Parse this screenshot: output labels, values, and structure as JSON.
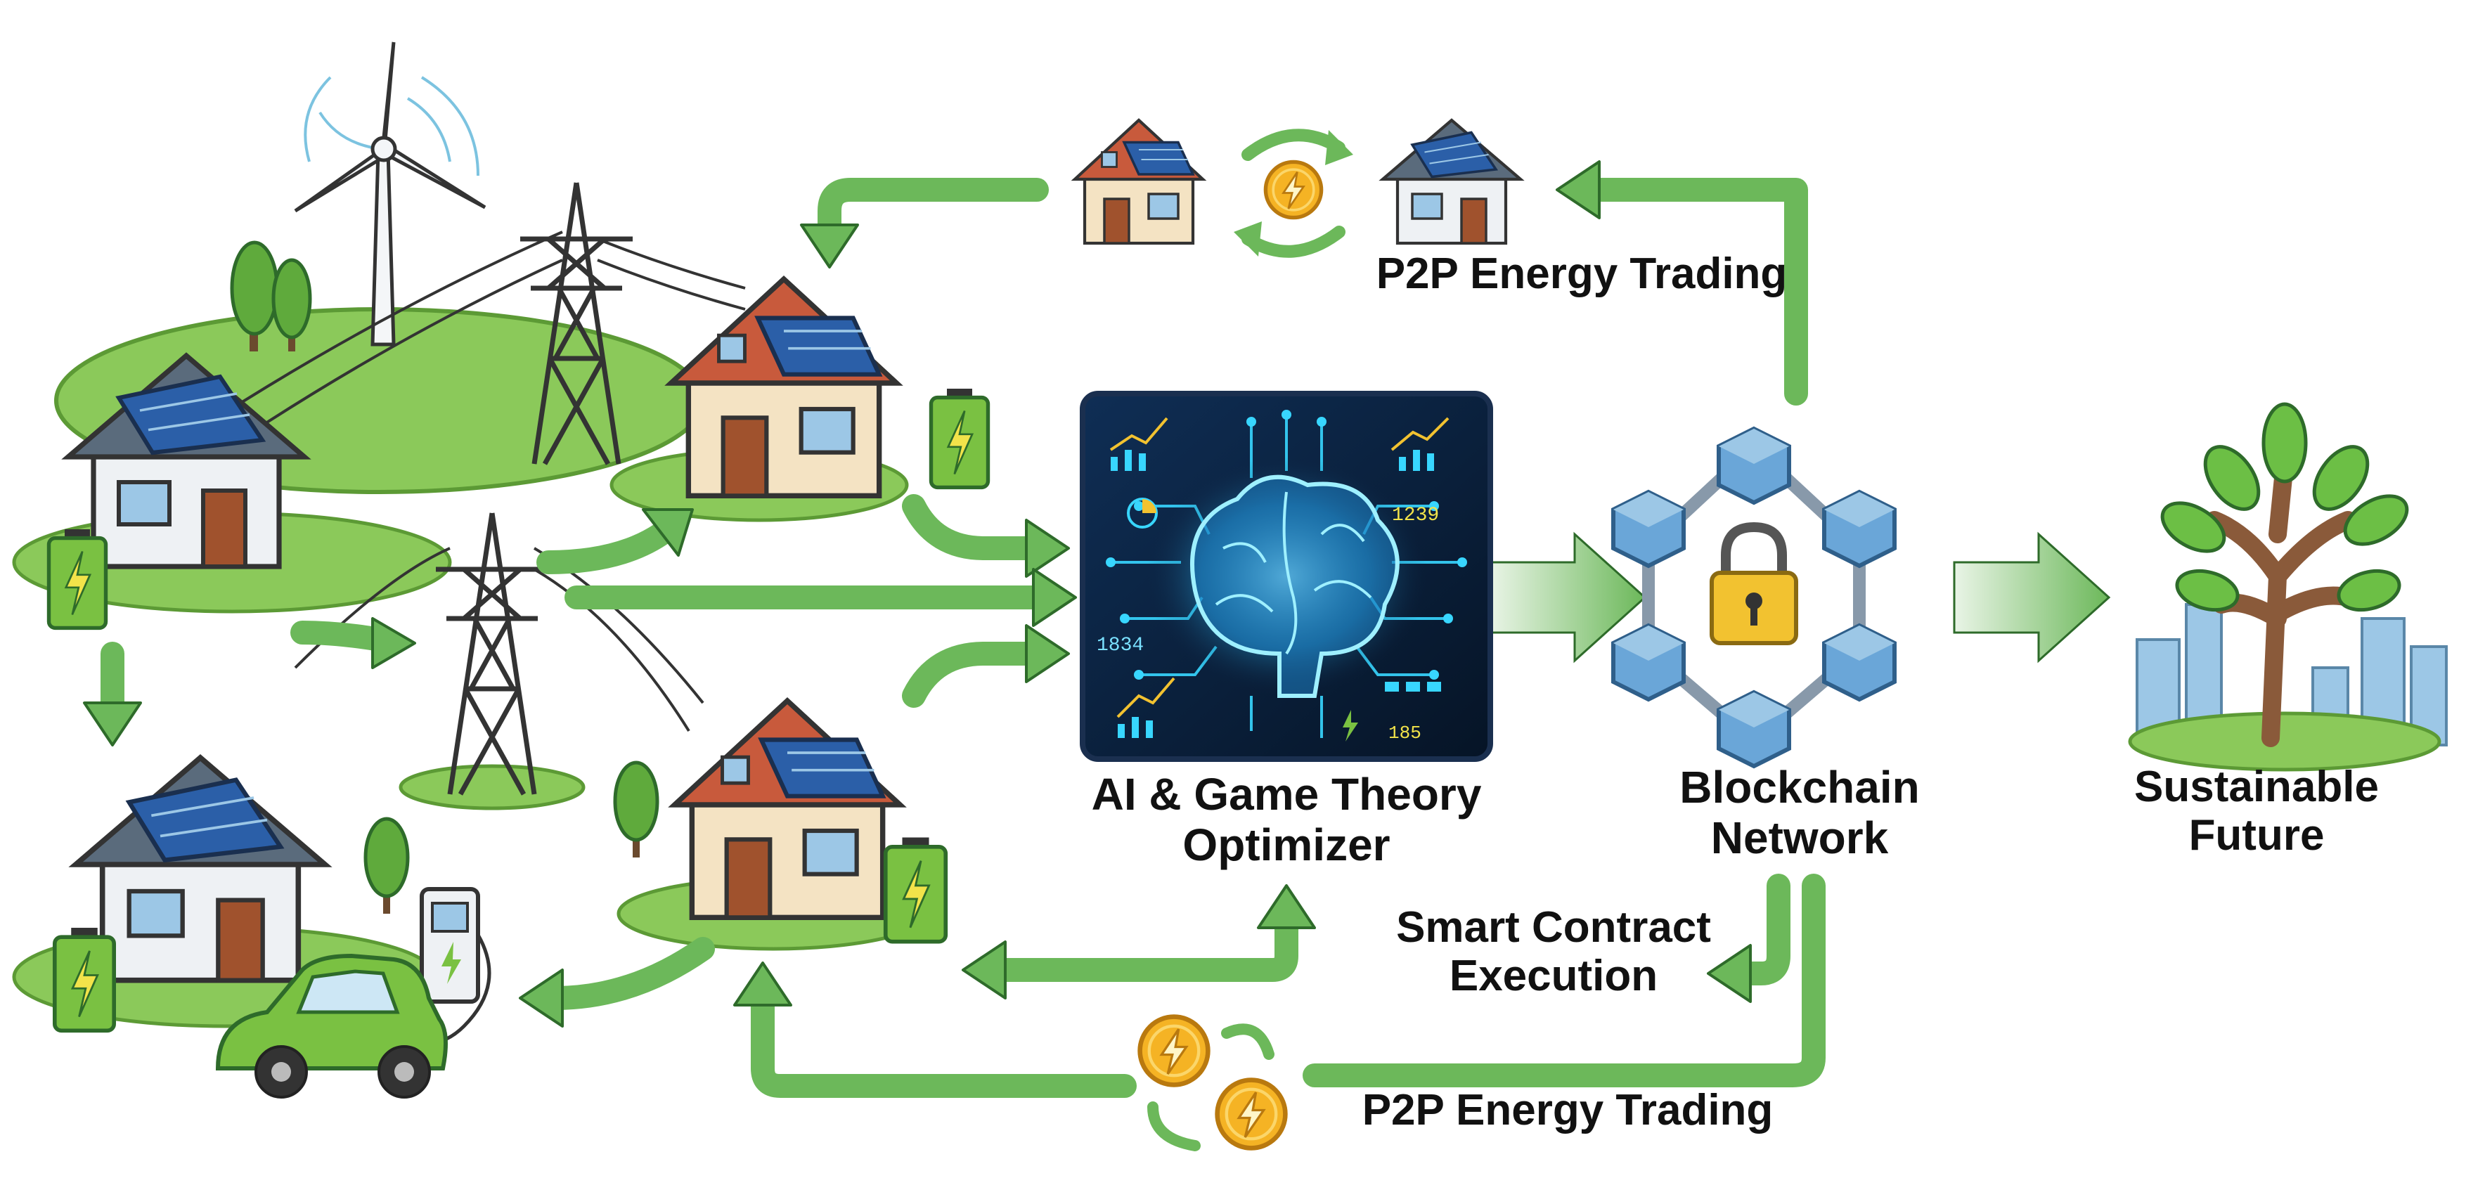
{
  "labels": {
    "p2p_top": "P2P Energy Trading",
    "ai_line1": "AI & Game Theory",
    "ai_line2": "Optimizer",
    "chain_line1": "Blockchain",
    "chain_line2": "Network",
    "future_line1": "Sustainable",
    "future_line2": "Future",
    "smart_line1": "Smart Contract",
    "smart_line2": "Execution",
    "p2p_bottom": "P2P Energy Trading"
  },
  "panel_readouts": {
    "top_right": "1239",
    "left": "1834",
    "bottom_right": "185"
  },
  "colors": {
    "arrow_green": "#6cb85a",
    "arrow_outline": "#2e6b2a",
    "grass": "#8bc95a",
    "roof_red": "#c85a3c",
    "roof_slate": "#5a6b7c",
    "solar_blue": "#2b5fa8",
    "wall_cream": "#f4e3c3",
    "wall_white": "#eef1f4",
    "battery_green": "#7ac142",
    "panel_dark": "#0d2240",
    "circuit_cyan": "#38d6ff",
    "block_blue": "#6aa6d8",
    "lock_gold": "#f2c230",
    "coin_gold": "#f5b324",
    "tree_trunk": "#8a5a3a",
    "city_blue": "#9cc7e6"
  },
  "icons": [
    "wind-turbine-icon",
    "power-pylon-icon",
    "house-solar-icon",
    "battery-icon",
    "ai-brain-icon",
    "blockchain-icon",
    "padlock-icon",
    "tree-icon",
    "city-skyline-icon",
    "coin-bolt-icon",
    "ev-car-icon",
    "charging-station-icon"
  ]
}
